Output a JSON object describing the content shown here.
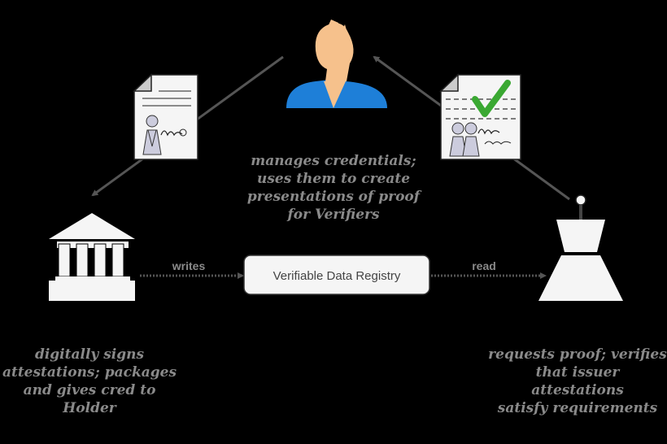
{
  "registry": {
    "label": "Verifiable Data Registry"
  },
  "connectors": {
    "writes": "writes",
    "read": "read"
  },
  "captions": {
    "holder": "manages credentials;\nuses them to create\npresentations of proof\nfor Verifiers",
    "issuer": "digitally signs\nattestations; packages\nand gives cred to Holder",
    "verifier": "requests proof; verifies\nthat issuer attestations\nsatisfy requirements"
  },
  "icons": {
    "issuer": "bank-building-icon",
    "holder": "person-icon",
    "verifier": "scale-icon",
    "credential": "signed-document-icon",
    "presentation": "verified-document-icon"
  },
  "colors": {
    "background": "#000000",
    "icon_fill": "#f5f5f5",
    "arrow": "#555555",
    "caption_text": "#8a8a8a",
    "holder_shirt": "#1e7fd8",
    "holder_skin": "#f6c18c",
    "checkmark": "#3aa832"
  }
}
